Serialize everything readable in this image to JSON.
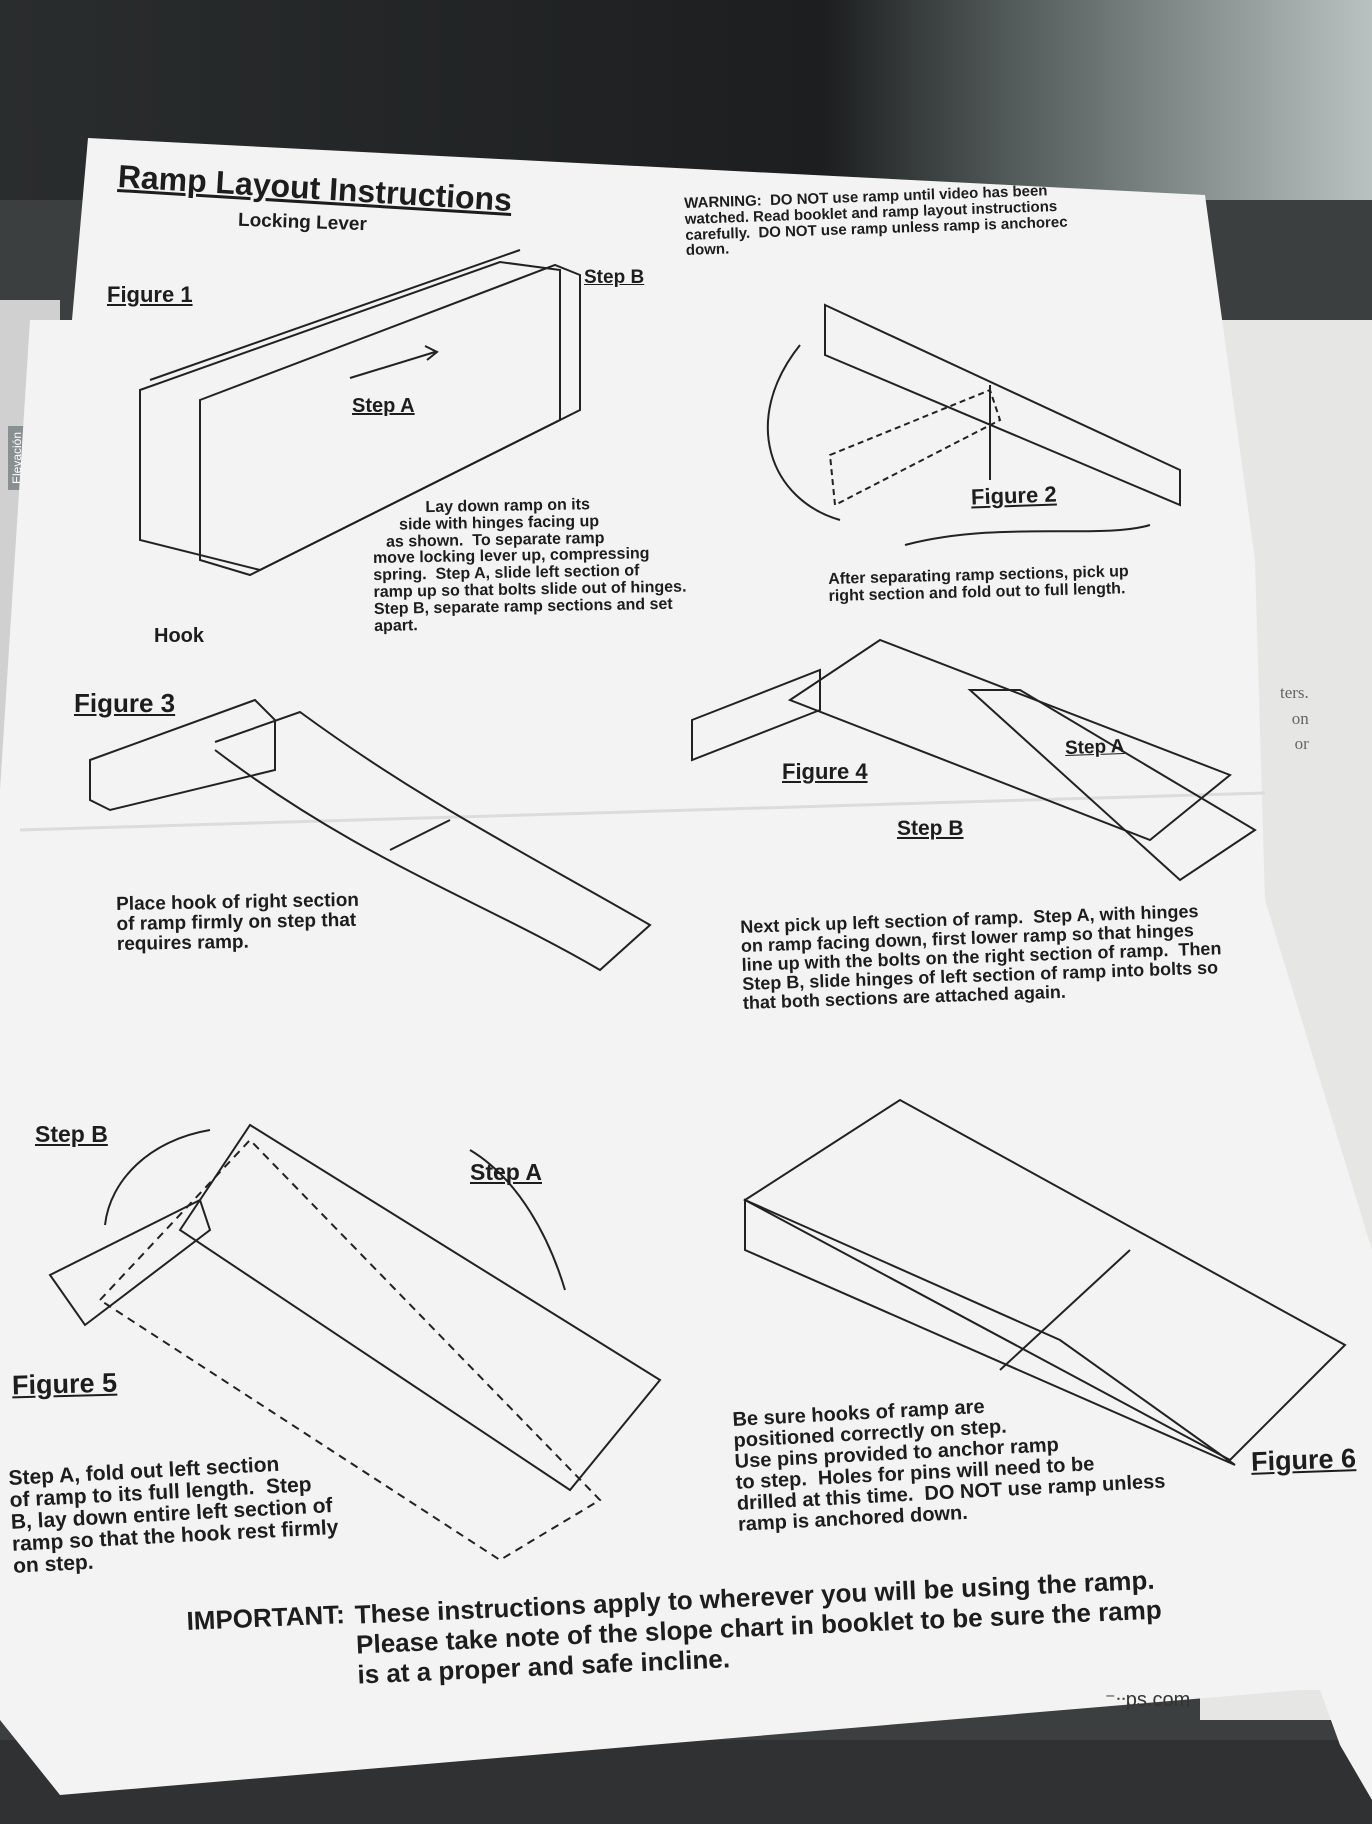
{
  "title": "Ramp Layout Instructions",
  "warning": "WARNING:  DO NOT use ramp until video has been\nwatched. Read booklet and ramp layout instructions\ncarefully.  DO NOT use ramp unless ramp is anchorec\ndown.",
  "figure1": {
    "label": "Figure 1",
    "locking_lever": "Locking Lever",
    "step_a": "Step A",
    "step_b": "Step B",
    "caption": "            Lay down ramp on its\n      side with hinges facing up\n   as shown.  To separate ramp\nmove locking lever up, compressing\nspring.  Step A, slide left section of\nramp up so that bolts slide out of hinges.\nStep B, separate ramp sections and set\napart."
  },
  "figure2": {
    "label": "Figure 2",
    "caption": "After separating ramp sections, pick up\nright section and fold out to full length."
  },
  "figure3": {
    "label": "Figure 3",
    "hook": "Hook",
    "caption": "Place hook of right section\nof ramp firmly on step that\nrequires ramp."
  },
  "figure4": {
    "label": "Figure 4",
    "step_a": "Step A",
    "step_b": "Step B",
    "caption": "Next pick up left section of ramp.  Step A, with hinges\non ramp facing down, first lower ramp so that hinges\nline up with the bolts on the right section of ramp.  Then\nStep B, slide hinges of left section of ramp into bolts so\nthat both sections are attached again."
  },
  "figure5": {
    "label": "Figure 5",
    "step_a": "Step A",
    "step_b": "Step B",
    "caption": "Step A, fold out left section\nof ramp to its full length.  Step\nB, lay down entire left section of\nramp so that the hook rest firmly\non step."
  },
  "figure6": {
    "label": "Figure 6",
    "caption": "Be sure hooks of ramp are\npositioned correctly on step.\nUse pins provided to anchor ramp\nto step.  Holes for pins will need to be\ndrilled at this time.  DO NOT use ramp unless\nramp is anchored down."
  },
  "important": {
    "label": "IMPORTANT:",
    "text": "These instructions apply to wherever you will be using the ramp.\nPlease take note of the slope chart in booklet to be sure the ramp\nis at a proper and safe incline."
  },
  "footer_url": "⁻ᐧᐧps.com",
  "background": {
    "side_tab": "Elevación",
    "right_doc": "ters.\non\nor"
  }
}
